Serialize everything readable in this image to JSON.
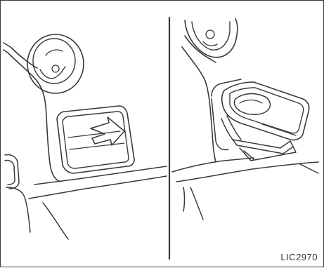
{
  "figure": {
    "code": "LIC2970"
  },
  "panels": [
    {
      "state": "closed",
      "icon": "push-arrow-icon"
    },
    {
      "state": "open",
      "icon": "cup-holder-icon"
    }
  ]
}
